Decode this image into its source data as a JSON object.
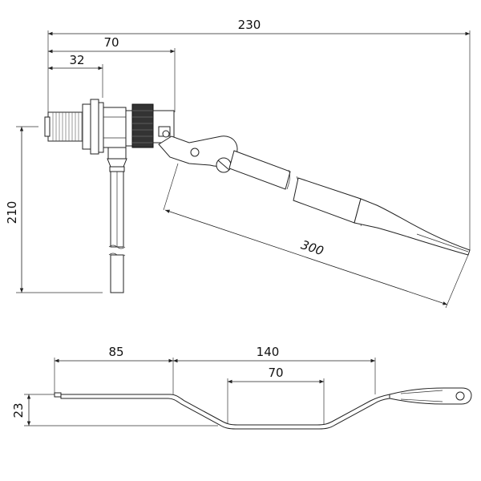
{
  "dimensions": {
    "overall_length": "230",
    "body_length": "70",
    "thread_length": "32",
    "height": "210",
    "arm_length": "300",
    "lower_left": "85",
    "lower_middle": "140",
    "lower_inner": "70",
    "lower_height": "23"
  }
}
